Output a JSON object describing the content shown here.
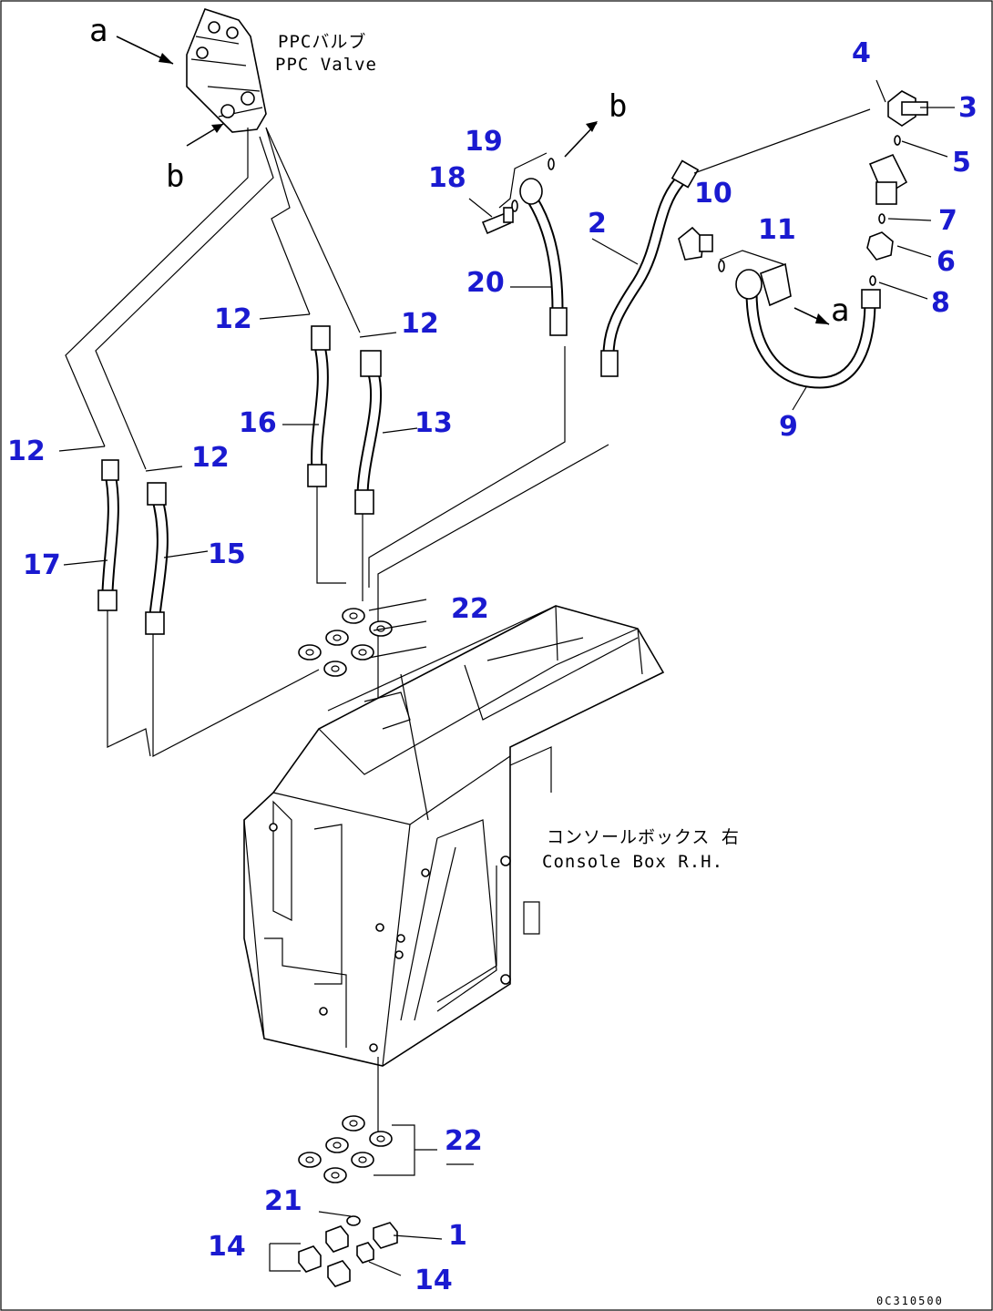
{
  "diagram": {
    "annotations": {
      "ppc_valve_jp": "PPCバルブ",
      "ppc_valve_en": "PPC Valve",
      "console_box_jp": "コンソールボックス 右",
      "console_box_en": "Console Box R.H."
    },
    "connection_letters": {
      "a": "a",
      "b": "b"
    },
    "drawing_number": "0C310500",
    "callouts": {
      "c1": "1",
      "c2": "2",
      "c3": "3",
      "c4": "4",
      "c5": "5",
      "c6": "6",
      "c7": "7",
      "c8": "8",
      "c9": "9",
      "c10": "10",
      "c11": "11",
      "c12a": "12",
      "c12b": "12",
      "c12c": "12",
      "c12d": "12",
      "c13": "13",
      "c14a": "14",
      "c14b": "14",
      "c15": "15",
      "c16": "16",
      "c17": "17",
      "c18": "18",
      "c19": "19",
      "c20": "20",
      "c21": "21",
      "c22a": "22",
      "c22b": "22"
    },
    "colors": {
      "callout": "#1a1ad0",
      "line": "#000000",
      "background": "#ffffff"
    }
  }
}
